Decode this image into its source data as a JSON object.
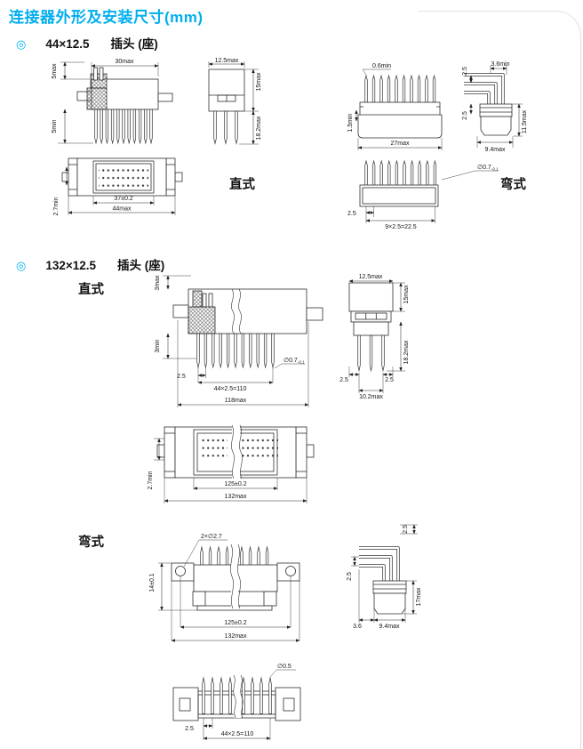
{
  "page": {
    "title": "连接器外形及安装尺寸(mm)"
  },
  "colors": {
    "accent": "#00AEEF"
  },
  "section1": {
    "bullet": "◎",
    "size": "44×12.5",
    "type": "插头 (座)",
    "straight": "直式",
    "bent": "弯式",
    "side": {
      "w": "30max",
      "top": "5max",
      "pin": "5min"
    },
    "front": {
      "w": "12.5max",
      "h": "15max",
      "pin": "18.2max"
    },
    "bent_top": {
      "tip": "0.6min",
      "standoff": "1.5min",
      "w": "27max"
    },
    "bent_side": {
      "tip": "3.6min",
      "p1": "2.5",
      "p2": "2.5",
      "h": "11.5max",
      "d": "9.4max"
    },
    "face": {
      "off": "2.7min",
      "inner": "37±0.2",
      "outer": "44max"
    },
    "row": {
      "dia": "∅0.7",
      "tol": "-0.1",
      "pitch": "2.5",
      "span": "9×2.5=22.5"
    }
  },
  "section2": {
    "bullet": "◎",
    "size": "132×12.5",
    "type": "插头 (座)",
    "straight": "直式",
    "bent": "弯式",
    "side": {
      "top": "3max",
      "standoff": "3min",
      "pitch": "2.5",
      "dia": "∅0.7",
      "tol": "-0.1",
      "span": "44×2.5=110",
      "w": "118max"
    },
    "front": {
      "w": "12.5max",
      "h": "15max",
      "pin": "18.2max",
      "gl": "2.5",
      "gr": "2.5",
      "base": "10.2max"
    },
    "face": {
      "off": "2.7min",
      "inner": "125±0.2",
      "outer": "132max"
    },
    "bent_top": {
      "holes": "2×∅2.7",
      "h": "14±0.1",
      "inner": "125±0.2",
      "outer": "132max"
    },
    "bent_side": {
      "t1": "2.5",
      "t2": "2.5",
      "h": "17max",
      "off": "3.6",
      "d": "9.4max"
    },
    "row": {
      "dia": "∅0.5",
      "pitch": "2.5",
      "span": "44×2.5=110"
    }
  }
}
